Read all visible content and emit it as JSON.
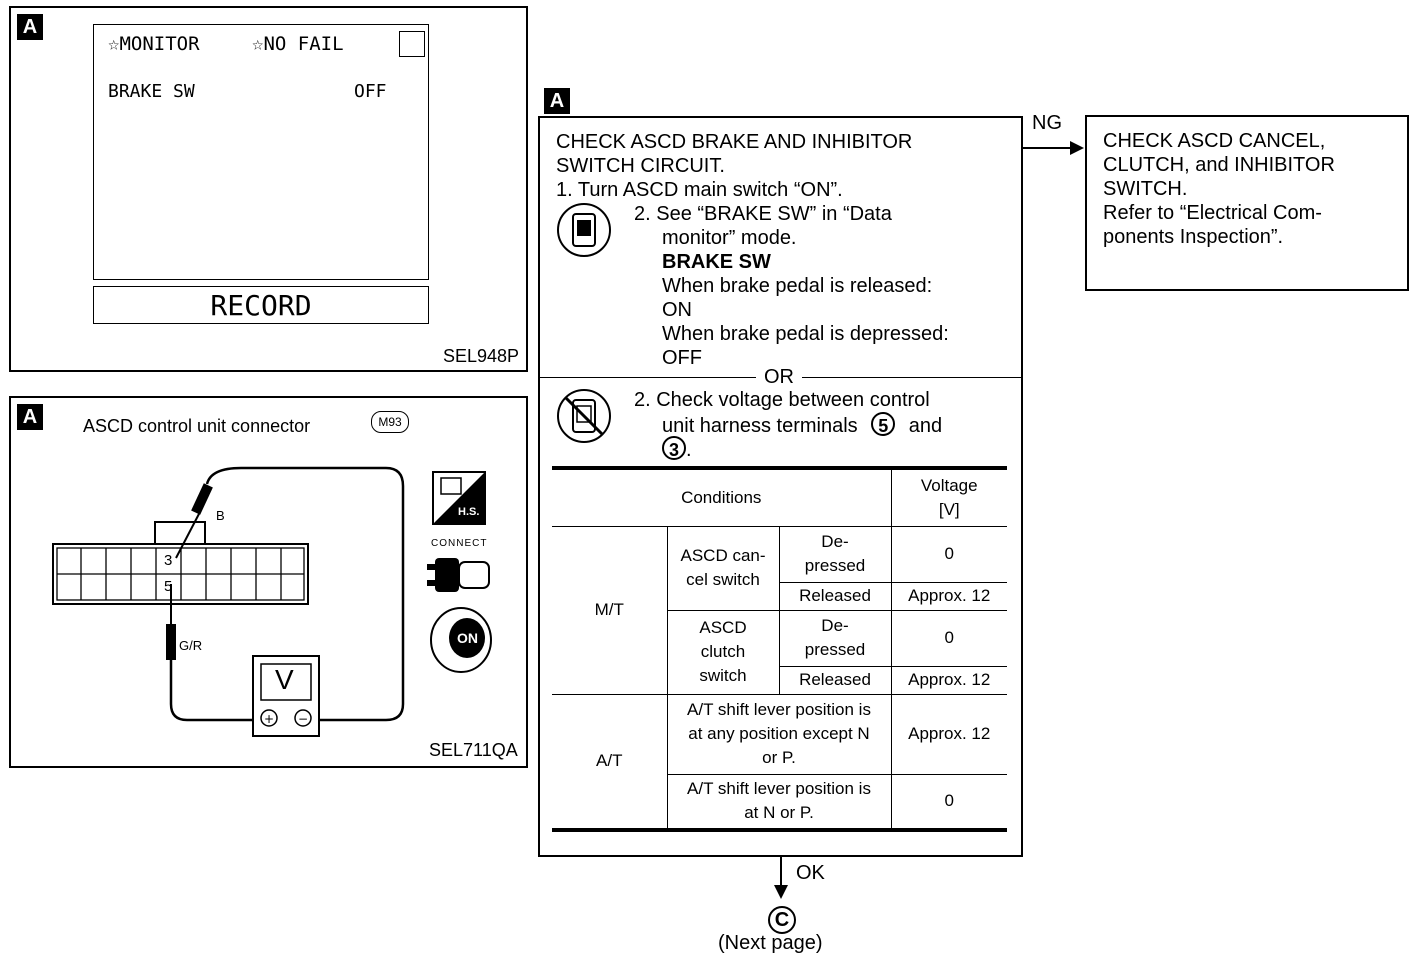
{
  "section_tag": "A",
  "monitor_panel": {
    "header_monitor": "☆MONITOR",
    "header_status": "☆NO FAIL",
    "item_label": "BRAKE SW",
    "item_value": "OFF",
    "record_button": "RECORD",
    "figure_code": "SEL948P"
  },
  "connector_panel": {
    "title": "ASCD control unit connector",
    "connector_id": "M93",
    "pin_top": "3",
    "pin_bottom": "5",
    "wire_top": "B",
    "wire_bottom": "G/R",
    "meter_label": "V",
    "hs_label": "H.S.",
    "connect_label": "CONNECT",
    "key_label": "ON",
    "figure_code": "SEL711QA"
  },
  "check_box": {
    "title_line1": "CHECK ASCD BRAKE AND INHIBITOR",
    "title_line2": "SWITCH CIRCUIT.",
    "step1": "1. Turn ASCD main switch “ON”.",
    "step2a_line1": "2. See “BRAKE SW” in “Data",
    "step2a_line2": "monitor” mode.",
    "brake_sw_heading": "BRAKE SW",
    "released_text": "When brake pedal is released:",
    "released_value": "ON",
    "depressed_text": "When brake pedal is depressed:",
    "depressed_value": "OFF",
    "or_label": "OR",
    "step2b_line1": "2. Check voltage between control",
    "step2b_line2": "unit harness terminals",
    "terminal_a": "5",
    "and_word": "and",
    "terminal_b": "3",
    "period": "."
  },
  "table": {
    "header_conditions": "Conditions",
    "header_voltage_line1": "Voltage",
    "header_voltage_line2": "[V]",
    "mt_label": "M/T",
    "at_label": "A/T",
    "cancel_switch_line1": "ASCD can-",
    "cancel_switch_line2": "cel switch",
    "clutch_switch_line1": "ASCD",
    "clutch_switch_line2": "clutch",
    "clutch_switch_line3": "switch",
    "depressed_line1": "De-",
    "depressed_line2": "pressed",
    "released": "Released",
    "row1_voltage": "0",
    "row2_voltage": "Approx. 12",
    "row3_voltage": "0",
    "row4_voltage": "Approx. 12",
    "at_row1_line1": "A/T shift lever position is",
    "at_row1_line2": "at any position except N",
    "at_row1_line3": "or P.",
    "at_row1_voltage": "Approx. 12",
    "at_row2_line1": "A/T shift lever position is",
    "at_row2_line2": "at N or P.",
    "at_row2_voltage": "0"
  },
  "ng_branch": {
    "label": "NG",
    "line1": "CHECK ASCD CANCEL,",
    "line2": "CLUTCH, and INHIBITOR",
    "line3": "SWITCH.",
    "line4": "Refer to “Electrical Com-",
    "line5": "ponents Inspection”."
  },
  "ok_branch": {
    "label": "OK",
    "next_symbol": "C",
    "next_text": "(Next page)"
  }
}
